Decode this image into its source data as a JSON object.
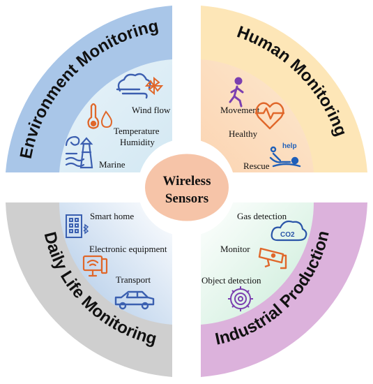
{
  "center": {
    "line1": "Wireless",
    "line2": "Sensors"
  },
  "quadrants": {
    "environment": {
      "title": "Environment Monitoring",
      "colors": {
        "outer": "#a9c6e8",
        "inner": "#d3e8f3",
        "icon": "#3c5fb0"
      },
      "items": {
        "wind": "Wind flow",
        "temperature": "Temperature",
        "humidity": "Humidity",
        "marine": "Marine"
      }
    },
    "human": {
      "title": "Human Monitoring",
      "colors": {
        "outer": "#fde6b7",
        "inner": "#fbd4b2",
        "icon": "#7b3fb0"
      },
      "items": {
        "movement": "Movement",
        "healthy": "Healthy",
        "rescue": "Rescue",
        "help": "help"
      }
    },
    "daily": {
      "title": "Daily Life Monitoring",
      "colors": {
        "outer": "#cfcfcf",
        "inner": "#aac6e6",
        "icon": "#3a5fb0"
      },
      "items": {
        "smart_home": "Smart home",
        "electronic": "Electronic equipment",
        "transport": "Transport"
      }
    },
    "industrial": {
      "title": "Industrial Production",
      "colors": {
        "outer": "#dcb2dc",
        "inner": "#c9ecd8",
        "icon": "#e0672a"
      },
      "items": {
        "gas": "Gas detection",
        "co2": "CO2",
        "monitor": "Monitor",
        "object": "Object detection"
      }
    }
  },
  "colors": {
    "center_fill": "#f6c4a8",
    "separator": "#ffffff"
  }
}
